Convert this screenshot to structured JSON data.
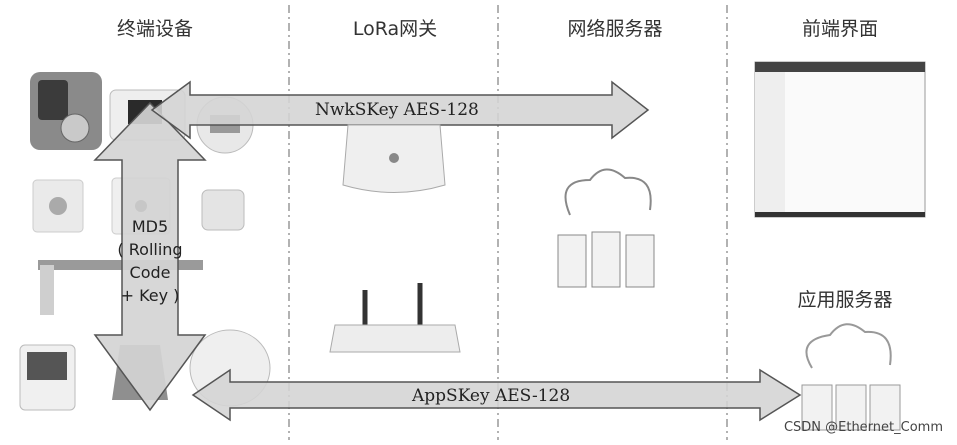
{
  "columns": [
    {
      "title": "终端设备"
    },
    {
      "title": "LoRa网关"
    },
    {
      "title": "网络服务器"
    },
    {
      "title": "前端界面"
    }
  ],
  "app_server": {
    "title": "应用服务器"
  },
  "arrows": {
    "nwk": "NwkSKey AES-128",
    "app": "AppSKey AES-128",
    "md5": [
      "MD5",
      "( Rolling",
      "Code",
      "+ Key )"
    ]
  },
  "watermark": "CSDN @Ethernet_Comm",
  "colors": {
    "divider": "#999999",
    "arrow_fill": "#d4d4d4",
    "arrow_stroke": "#555555"
  }
}
